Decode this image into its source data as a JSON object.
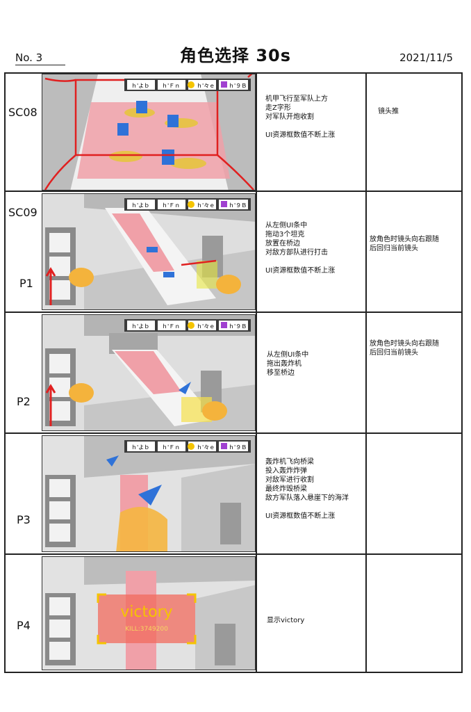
{
  "header": {
    "number": "No.  3",
    "title": "角色选择 30s",
    "date": "2021/11/5"
  },
  "hud": {
    "res1": "ｈ'よｂ",
    "res2": "ｈ'Ｆｎ",
    "res3": "ｈ'々ｅ",
    "res4": "ｈ'９Ｂ"
  },
  "rows": [
    {
      "scene": "SC08",
      "sub": "",
      "desc": [
        "机甲飞行至军队上方",
        "走Z字形",
        "对军队开炮收割",
        "",
        "UI资源框数值不断上涨"
      ],
      "camera": [
        "镜头推"
      ]
    },
    {
      "scene": "SC09",
      "sub": "P1",
      "desc": [
        "从左侧UI条中",
        "拖动3个坦克",
        "放置在桥边",
        "对敌方部队进行打击",
        "",
        "UI资源框数值不断上涨"
      ],
      "camera": [
        "放角色时镜头向右跟随",
        "后回归当前镜头"
      ]
    },
    {
      "scene": "",
      "sub": "P2",
      "desc": [
        "从左侧UI条中",
        "拖出轰炸机",
        "移至桥边"
      ],
      "camera": [
        "放角色时镜头向右跟随",
        "后回归当前镜头"
      ]
    },
    {
      "scene": "",
      "sub": "P3",
      "desc": [
        "轰炸机飞向桥梁",
        "投入轰炸炸弹",
        "对敌军进行收割",
        "最终炸毁桥梁",
        "敌方军队落入悬崖下的海洋",
        "",
        "UI资源框数值不断上涨"
      ],
      "camera": []
    },
    {
      "scene": "",
      "sub": "P4",
      "desc": [
        "显示victory"
      ],
      "camera": []
    }
  ],
  "victory": {
    "title": "victory",
    "kill": "KILL:3749200"
  },
  "colors": {
    "army": "#f0a0a8",
    "highlight": "#f5c400",
    "unit": "#2f72d8",
    "arrow": "#e02020",
    "hand": "#f4b33c"
  }
}
